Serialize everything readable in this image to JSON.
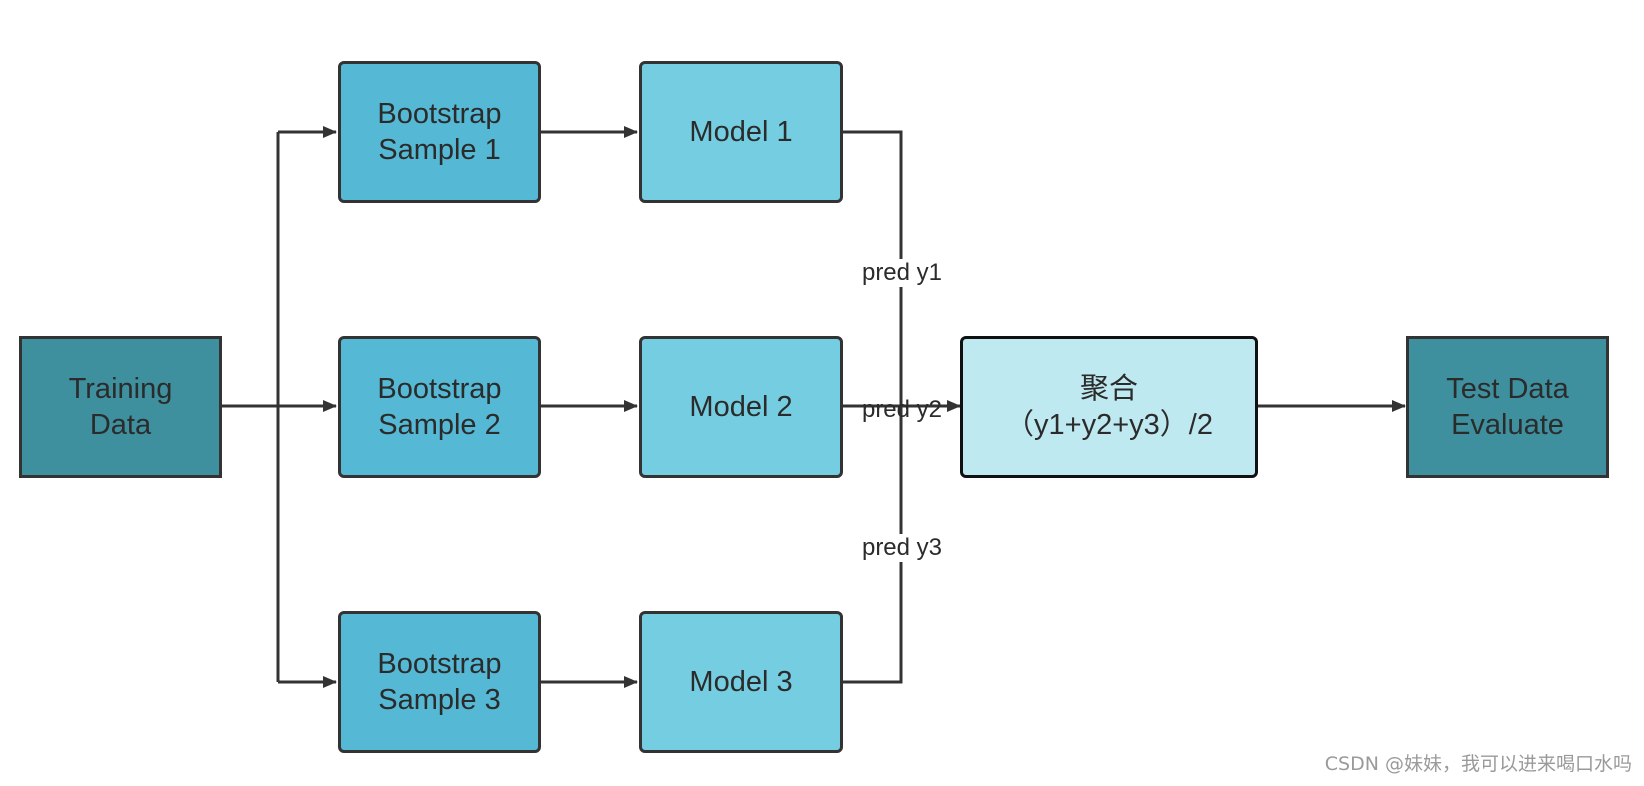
{
  "colors": {
    "dark_teal": "#3f909f",
    "bootstrap_blue": "#55b8d4",
    "model_blue": "#74cde0",
    "aggregate_fill": "#bfe9f0",
    "line": "#333333"
  },
  "nodes": {
    "training": {
      "line1": "Training",
      "line2": "Data"
    },
    "bootstrap1": {
      "line1": "Bootstrap",
      "line2": "Sample 1"
    },
    "bootstrap2": {
      "line1": "Bootstrap",
      "line2": "Sample 2"
    },
    "bootstrap3": {
      "line1": "Bootstrap",
      "line2": "Sample 3"
    },
    "model1": {
      "label": "Model 1"
    },
    "model2": {
      "label": "Model 2"
    },
    "model3": {
      "label": "Model 3"
    },
    "aggregate": {
      "line1": "聚合",
      "line2": "（y1+y2+y3）/2"
    },
    "test": {
      "line1": "Test Data",
      "line2": "Evaluate"
    }
  },
  "edge_labels": {
    "pred1": "pred y1",
    "pred2": "pred y2",
    "pred3": "pred y3"
  },
  "watermark": "CSDN @妹妹，我可以进来喝口水吗"
}
